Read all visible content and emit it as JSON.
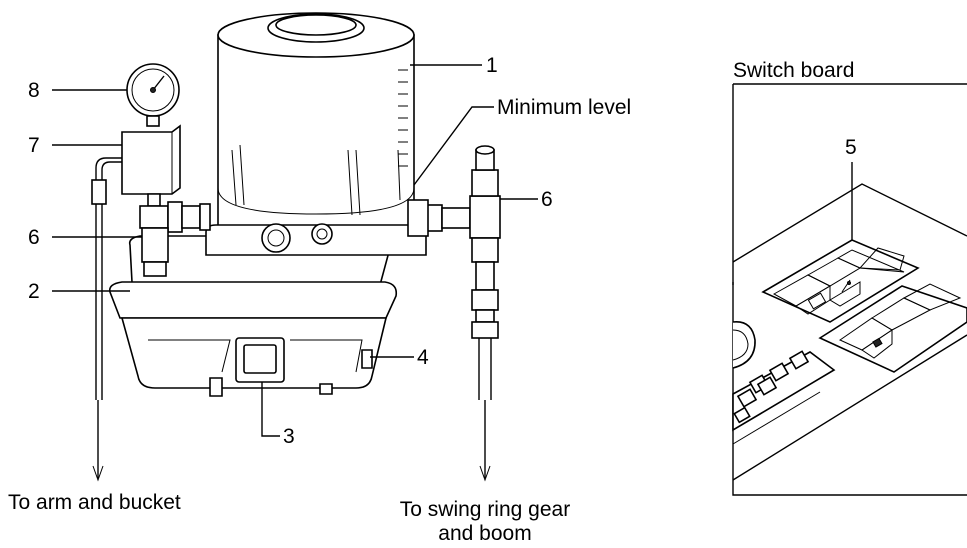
{
  "callouts": {
    "c1": "1",
    "c2": "2",
    "c3": "3",
    "c4": "4",
    "c5": "5",
    "c6_left": "6",
    "c6_right": "6",
    "c7": "7",
    "c8": "8"
  },
  "labels": {
    "minimum_level": "Minimum level",
    "switch_board": "Switch board",
    "to_arm_and_bucket": "To arm and bucket",
    "to_swing_ring_line1": "To swing ring gear",
    "to_swing_ring_line2": "and boom"
  }
}
